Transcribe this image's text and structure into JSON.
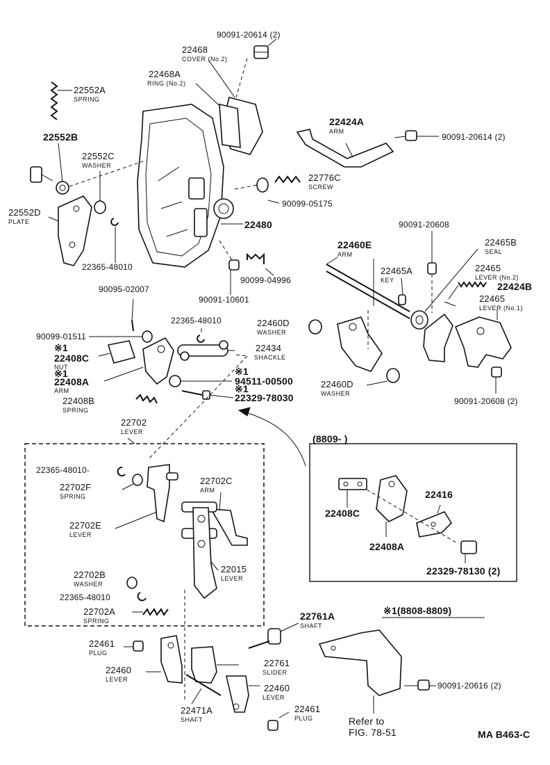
{
  "labels": {
    "p_90091_20614_top": "90091-20614 (2)",
    "p_22468": "22468",
    "p_22468_desc": "COVER (No.2)",
    "p_22468A": "22468A",
    "p_22468A_desc": "RING (No.2)",
    "p_22552A": "22552A",
    "p_22552A_desc": "SPRING",
    "p_22552B": "22552B",
    "p_22552C": "22552C",
    "p_22552C_desc": "WASHER",
    "p_22552D": "22552D",
    "p_22552D_desc": "PLATE",
    "p_22424A": "22424A",
    "p_22424A_desc": "ARM",
    "p_90091_20614_right": "90091-20614 (2)",
    "p_22776C": "22776C",
    "p_22776C_desc": "SCREW",
    "p_90099_05175": "90099-05175",
    "p_22480": "22480",
    "p_22365_48010_a": "22365-48010",
    "p_90099_04996": "90099-04996",
    "p_90091_10601": "90091-10601",
    "p_90091_20608_top": "90091-20608",
    "p_22465B": "22465B",
    "p_22465B_desc": "SEAL",
    "p_22460E": "22460E",
    "p_22460E_desc": "ARM",
    "p_22465A": "22465A",
    "p_22465A_desc": "KEY",
    "p_22465_2": "22465",
    "p_22465_2_desc": "LEVER (No.2)",
    "p_22424B": "22424B",
    "p_22465_1": "22465",
    "p_22465_1_desc": "LEVER (No.1)",
    "p_90095_02007": "90095-02007",
    "p_22365_48010_b": "22365-48010",
    "p_22460D_a": "22460D",
    "p_22460D_a_desc": "WASHER",
    "p_90099_01511": "90099-01511",
    "p_star1_a": "※1",
    "p_22408C": "22408C",
    "p_22408C_desc": "NUT",
    "p_star1_b": "※1",
    "p_22408A": "22408A",
    "p_22408A_desc": "ARM",
    "p_22434": "22434",
    "p_22434_desc": "SHACKLE",
    "p_star1_c": "※1",
    "p_94511_00500": "94511-00500",
    "p_star1_d": "※1",
    "p_22329_78030": "22329-78030",
    "p_22408B": "22408B",
    "p_22408B_desc": "SPRING",
    "p_22460D_b": "22460D",
    "p_22460D_b_desc": "WASHER",
    "p_90091_20608_bottom": "90091-20608 (2)",
    "p_22702": "22702",
    "p_22702_desc": "LEVER",
    "p_22365_48010_c": "22365-48010-",
    "p_22702F": "22702F",
    "p_22702F_desc": "SPRING",
    "p_22702C": "22702C",
    "p_22702C_desc": "ARM",
    "p_22702E": "22702E",
    "p_22702E_desc": "LEVER",
    "p_22015": "22015",
    "p_22015_desc": "LEVER",
    "p_22702B": "22702B",
    "p_22702B_desc": "WASHER",
    "p_22365_48010_d": "22365-48010",
    "p_22702A": "22702A",
    "p_22702A_desc": "SPRING",
    "p_inset_range": "(8809-          )",
    "p_22408C_inset": "22408C",
    "p_22416": "22416",
    "p_22408A_inset": "22408A",
    "p_22329_78130": "22329-78130 (2)",
    "p_star_range": "※1(8808-8809)",
    "p_22761A": "22761A",
    "p_22761A_desc": "SHAFT",
    "p_22461_a": "22461",
    "p_22461_a_desc": "PLUG",
    "p_22761": "22761",
    "p_22761_desc": "SLIDER",
    "p_22460_a": "22460",
    "p_22460_a_desc": "LEVER",
    "p_90091_20616": "90091-20616 (2)",
    "p_22460_b": "22460",
    "p_22460_b_desc": "LEVER",
    "p_22471A": "22471A",
    "p_22471A_desc": "SHAFT",
    "p_22461_b": "22461",
    "p_22461_b_desc": "PLUG",
    "p_refer_1": "Refer to",
    "p_refer_2": "FIG. 78-51",
    "p_code": "MA B463-C"
  }
}
